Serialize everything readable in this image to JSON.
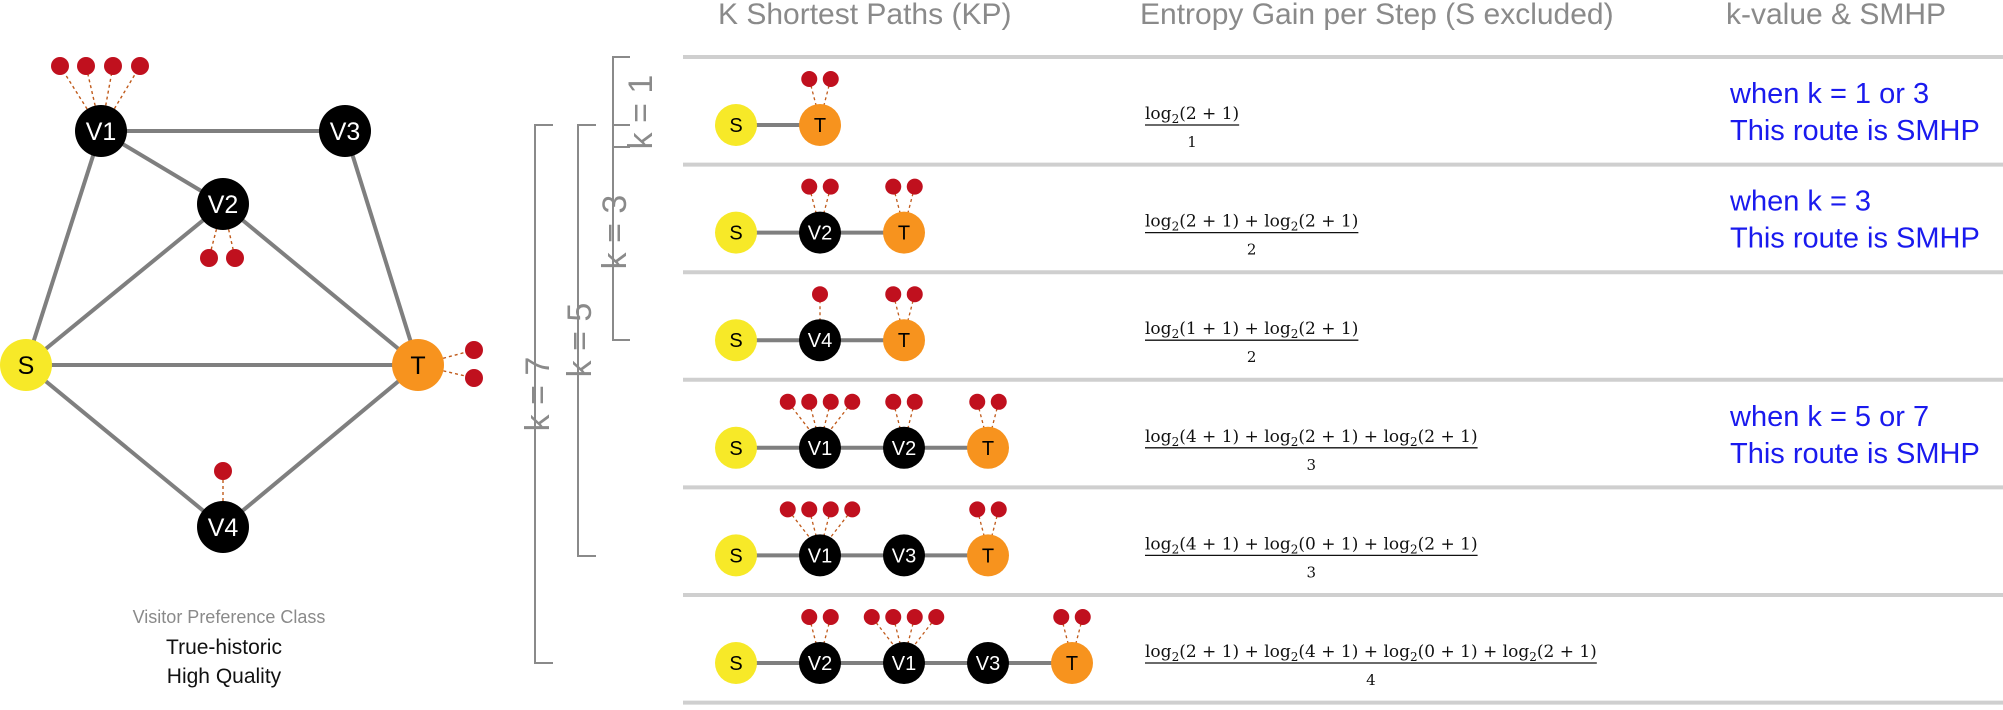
{
  "headers": {
    "paths": "K Shortest Paths (KP)",
    "entropy": "Entropy Gain per Step (S excluded)",
    "kvalue": "k-value & SMHP"
  },
  "k_labels": [
    "k = 1",
    "k = 3",
    "k = 5",
    "k = 7"
  ],
  "caption": {
    "title": "Visitor Preference Class",
    "line1": "True-historic",
    "line2": "High Quality"
  },
  "colors": {
    "source": "#f7e928",
    "target": "#f7931e",
    "intermediate": "#000000",
    "preference_dot": "#c0101e",
    "edge": "#7f7f7f",
    "note": "#1a1aee"
  },
  "graph": {
    "nodes": [
      {
        "id": "V1",
        "role": "intermediate",
        "preferences": 4
      },
      {
        "id": "V3",
        "role": "intermediate",
        "preferences": 0
      },
      {
        "id": "V2",
        "role": "intermediate",
        "preferences": 2
      },
      {
        "id": "S",
        "role": "source",
        "preferences": 0
      },
      {
        "id": "T",
        "role": "target",
        "preferences": 2
      },
      {
        "id": "V4",
        "role": "intermediate",
        "preferences": 1
      }
    ],
    "edges": [
      [
        "V1",
        "V3"
      ],
      [
        "V1",
        "V2"
      ],
      [
        "V1",
        "S"
      ],
      [
        "V3",
        "T"
      ],
      [
        "V2",
        "S"
      ],
      [
        "V2",
        "T"
      ],
      [
        "S",
        "T"
      ],
      [
        "S",
        "V4"
      ],
      [
        "V4",
        "T"
      ]
    ]
  },
  "rows": [
    {
      "path": [
        {
          "id": "S",
          "role": "source",
          "prefs": 0
        },
        {
          "id": "T",
          "role": "target",
          "prefs": 2
        }
      ],
      "terms": [
        {
          "n": "2",
          "p": "1"
        }
      ],
      "denominator": "1",
      "note": [
        "when k = 1 or 3",
        "This route is SMHP"
      ]
    },
    {
      "path": [
        {
          "id": "S",
          "role": "source",
          "prefs": 0
        },
        {
          "id": "V2",
          "role": "intermediate",
          "prefs": 2
        },
        {
          "id": "T",
          "role": "target",
          "prefs": 2
        }
      ],
      "terms": [
        {
          "n": "2",
          "p": "1"
        },
        {
          "n": "2",
          "p": "1"
        }
      ],
      "denominator": "2",
      "note": [
        "when k = 3",
        "This route is SMHP"
      ]
    },
    {
      "path": [
        {
          "id": "S",
          "role": "source",
          "prefs": 0
        },
        {
          "id": "V4",
          "role": "intermediate",
          "prefs": 1
        },
        {
          "id": "T",
          "role": "target",
          "prefs": 2
        }
      ],
      "terms": [
        {
          "n": "1",
          "p": "1"
        },
        {
          "n": "2",
          "p": "1"
        }
      ],
      "denominator": "2",
      "note": []
    },
    {
      "path": [
        {
          "id": "S",
          "role": "source",
          "prefs": 0
        },
        {
          "id": "V1",
          "role": "intermediate",
          "prefs": 4
        },
        {
          "id": "V2",
          "role": "intermediate",
          "prefs": 2
        },
        {
          "id": "T",
          "role": "target",
          "prefs": 2
        }
      ],
      "terms": [
        {
          "n": "4",
          "p": "1"
        },
        {
          "n": "2",
          "p": "1"
        },
        {
          "n": "2",
          "p": "1"
        }
      ],
      "denominator": "3",
      "note": [
        "when k = 5 or 7",
        "This route is SMHP"
      ]
    },
    {
      "path": [
        {
          "id": "S",
          "role": "source",
          "prefs": 0
        },
        {
          "id": "V1",
          "role": "intermediate",
          "prefs": 4
        },
        {
          "id": "V3",
          "role": "intermediate",
          "prefs": 0
        },
        {
          "id": "T",
          "role": "target",
          "prefs": 2
        }
      ],
      "terms": [
        {
          "n": "4",
          "p": "1"
        },
        {
          "n": "0",
          "p": "1"
        },
        {
          "n": "2",
          "p": "1"
        }
      ],
      "denominator": "3",
      "note": []
    },
    {
      "path": [
        {
          "id": "S",
          "role": "source",
          "prefs": 0
        },
        {
          "id": "V2",
          "role": "intermediate",
          "prefs": 2
        },
        {
          "id": "V1",
          "role": "intermediate",
          "prefs": 4
        },
        {
          "id": "V3",
          "role": "intermediate",
          "prefs": 0
        },
        {
          "id": "T",
          "role": "target",
          "prefs": 2
        }
      ],
      "terms": [
        {
          "n": "2",
          "p": "1"
        },
        {
          "n": "4",
          "p": "1"
        },
        {
          "n": "0",
          "p": "1"
        },
        {
          "n": "2",
          "p": "1"
        }
      ],
      "denominator": "4",
      "note": []
    }
  ]
}
